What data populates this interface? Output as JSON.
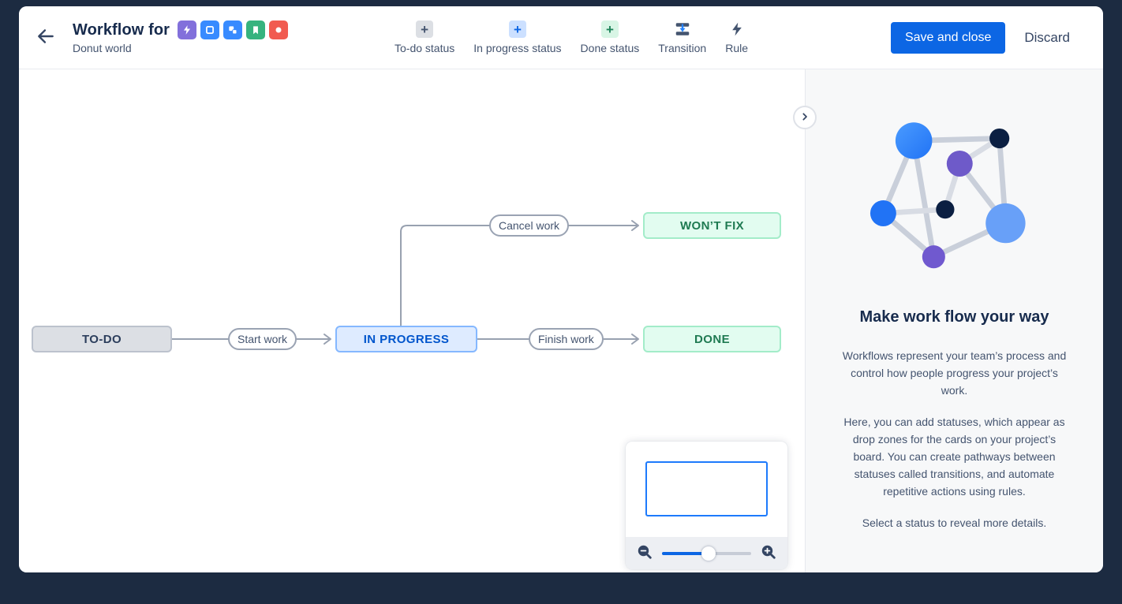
{
  "header": {
    "title": "Workflow for",
    "subtitle": "Donut world",
    "issue_type_icons": [
      {
        "name": "epic-icon",
        "color": "#8270db"
      },
      {
        "name": "task-icon",
        "color": "#388bff"
      },
      {
        "name": "subtask-icon",
        "color": "#388bff"
      },
      {
        "name": "story-icon",
        "color": "#36b37e"
      },
      {
        "name": "bug-icon",
        "color": "#f15b50"
      }
    ],
    "toolbar": [
      {
        "label": "To-do status"
      },
      {
        "label": "In progress status"
      },
      {
        "label": "Done status"
      },
      {
        "label": "Transition"
      },
      {
        "label": "Rule"
      }
    ],
    "save_label": "Save and close",
    "discard_label": "Discard"
  },
  "canvas": {
    "nodes": [
      {
        "id": "todo",
        "label": "TO-DO",
        "category": "todo"
      },
      {
        "id": "in-progress",
        "label": "IN PROGRESS",
        "category": "in-progress"
      },
      {
        "id": "done",
        "label": "DONE",
        "category": "done"
      },
      {
        "id": "wont-fix",
        "label": "WON’T FIX",
        "category": "done"
      }
    ],
    "transitions": [
      {
        "label": "Start work",
        "from": "todo",
        "to": "in-progress"
      },
      {
        "label": "Finish work",
        "from": "in-progress",
        "to": "done"
      },
      {
        "label": "Cancel work",
        "from": "in-progress",
        "to": "wont-fix"
      }
    ]
  },
  "minimap": {
    "zoom_position_pct": 52
  },
  "sidebar": {
    "heading": "Make work flow your way",
    "paragraphs": [
      "Workflows represent your team’s process and control how people progress your project’s work.",
      "Here, you can add statuses, which appear as drop zones for the cards on your project’s board. You can create pathways between statuses called transitions, and automate repetitive actions using rules.",
      "Select a status to reveal more details."
    ]
  },
  "colors": {
    "frame_background": "#1c2b41",
    "accent_blue": "#0c66e4",
    "todo_fill": "#dcdfe4",
    "in_progress_fill": "#deebff",
    "done_fill": "#e2fcf0",
    "edge_gray": "#98a1b0"
  }
}
